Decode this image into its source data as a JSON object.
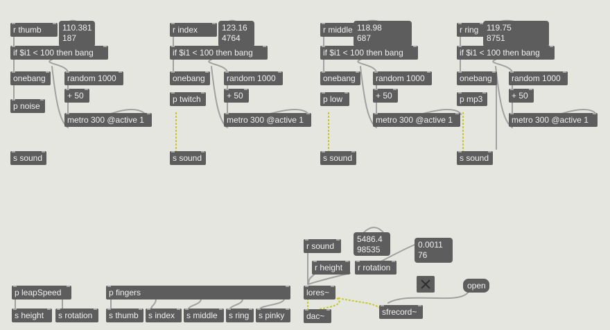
{
  "colors": {
    "canvas": "#e6e6e1",
    "object": "#5d5d5e",
    "text": "#f0f0f0",
    "cord": "#a0a0a0",
    "signal_cord": "#c8c82a"
  },
  "thumb": {
    "receive": "r thumb",
    "readout": "110.381\n187",
    "condition": "if $i1 < 100 then bang",
    "onebang": "onebang",
    "random": "random 1000",
    "add": "+ 50",
    "patcher": "p noise",
    "metro": "metro 300 @active 1",
    "send": "s sound"
  },
  "index": {
    "receive": "r index",
    "readout": "123.16\n4764",
    "condition": "if $i1 < 100 then bang",
    "onebang": "onebang",
    "random": "random 1000",
    "add": "+ 50",
    "patcher": "p twitch",
    "metro": "metro 300 @active 1",
    "send": "s sound"
  },
  "middle": {
    "receive": "r middle",
    "readout": "118.98\n687",
    "condition": "if $i1 < 100 then bang",
    "onebang": "onebang",
    "random": "random 1000",
    "add": "+ 50",
    "patcher": "p low",
    "metro": "metro 300 @active 1",
    "send": "s sound"
  },
  "ring": {
    "receive": "r ring",
    "readout": "119.75\n8751",
    "condition": "if $i1 < 100 then bang",
    "onebang": "onebang",
    "random": "random 1000",
    "add": "+ 50",
    "patcher": "p mp3",
    "metro": "metro 300 @active 1",
    "send": "s sound"
  },
  "bottom": {
    "leap_speed": "p leapSpeed",
    "s_height": "s height",
    "s_rotation": "s rotation",
    "fingers": "p fingers",
    "s_thumb": "s thumb",
    "s_index": "s index",
    "s_middle": "s middle",
    "s_ring": "s ring",
    "s_pinky": "s pinky",
    "r_sound": "r sound",
    "readout_height": "5486.4\n98535",
    "readout_rotation": "0.0011\n76",
    "r_height": "r height",
    "r_rotation": "r rotation",
    "lores": "lores~",
    "dac": "dac~",
    "open": "open",
    "sfrecord": "sfrecord~"
  }
}
